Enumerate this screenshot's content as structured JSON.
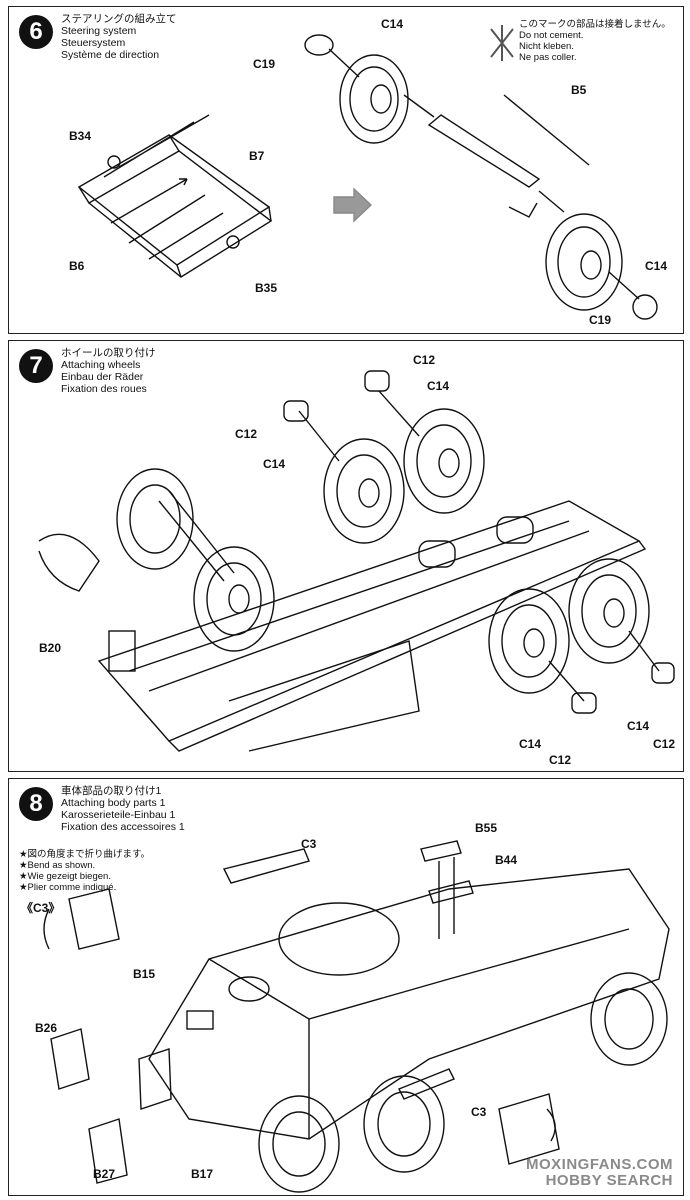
{
  "step6": {
    "number": "6",
    "title_ja": "ステアリングの組み立て",
    "title_en": "Steering system",
    "title_de": "Steuersystem",
    "title_fr": "Système de direction",
    "note_ja": "このマークの部品は接着しません。",
    "note_en": "Do not cement.",
    "note_de": "Nicht kleben.",
    "note_fr": "Ne pas coller.",
    "labels": {
      "b34": "B34",
      "b7": "B7",
      "b6": "B6",
      "b35": "B35",
      "c19a": "C19",
      "c14a": "C14",
      "b5": "B5",
      "c14b": "C14",
      "c19b": "C19"
    }
  },
  "step7": {
    "number": "7",
    "title_ja": "ホイールの取り付け",
    "title_en": "Attaching wheels",
    "title_de": "Einbau der Räder",
    "title_fr": "Fixation des roues",
    "labels": {
      "c12a": "C12",
      "c14a": "C14",
      "c12b": "C12",
      "c14b": "C14",
      "b20": "B20",
      "c14c": "C14",
      "c12c": "C12",
      "c14d": "C14",
      "c12d": "C12"
    }
  },
  "step8": {
    "number": "8",
    "title_ja": "車体部品の取り付け1",
    "title_en": "Attaching body parts 1",
    "title_de": "Karosserieteile-Einbau 1",
    "title_fr": "Fixation des accessoires 1",
    "note_ja": "★図の角度まで折り曲げます。",
    "note_en": "★Bend as shown.",
    "note_de": "★Wie gezeigt biegen.",
    "note_fr": "★Plier comme indiqué.",
    "labels": {
      "c3box": "《C3》",
      "c3a": "C3",
      "b55": "B55",
      "b44": "B44",
      "b15": "B15",
      "b26": "B26",
      "b27": "B27",
      "b17": "B17",
      "c3b": "C3"
    }
  },
  "watermark": {
    "line1": "MOXINGFANS.COM",
    "line2": "HOBBY SEARCH"
  }
}
